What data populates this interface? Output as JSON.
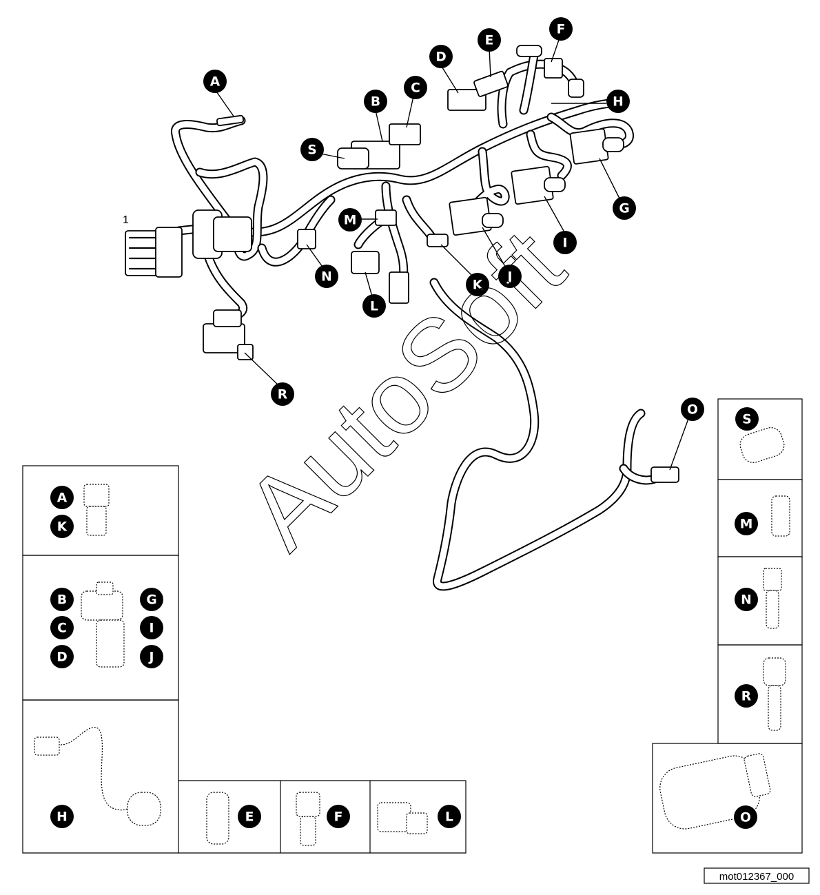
{
  "diagram": {
    "part_number_label": "1",
    "reference_code": "mot012367_000",
    "watermark": "AutoSoft",
    "main_callouts": [
      "A",
      "B",
      "C",
      "D",
      "E",
      "F",
      "G",
      "H",
      "I",
      "J",
      "K",
      "L",
      "M",
      "N",
      "O",
      "R",
      "S"
    ],
    "detail_panels": [
      {
        "id": "ak",
        "labels": [
          "A",
          "K"
        ]
      },
      {
        "id": "bcdgij",
        "labels": [
          "B",
          "C",
          "D",
          "G",
          "I",
          "J"
        ]
      },
      {
        "id": "h",
        "labels": [
          "H"
        ]
      },
      {
        "id": "e",
        "labels": [
          "E"
        ]
      },
      {
        "id": "f",
        "labels": [
          "F"
        ]
      },
      {
        "id": "l",
        "labels": [
          "L"
        ]
      },
      {
        "id": "s",
        "labels": [
          "S"
        ]
      },
      {
        "id": "m",
        "labels": [
          "M"
        ]
      },
      {
        "id": "n",
        "labels": [
          "N"
        ]
      },
      {
        "id": "r",
        "labels": [
          "R"
        ]
      },
      {
        "id": "o",
        "labels": [
          "O"
        ]
      }
    ]
  }
}
